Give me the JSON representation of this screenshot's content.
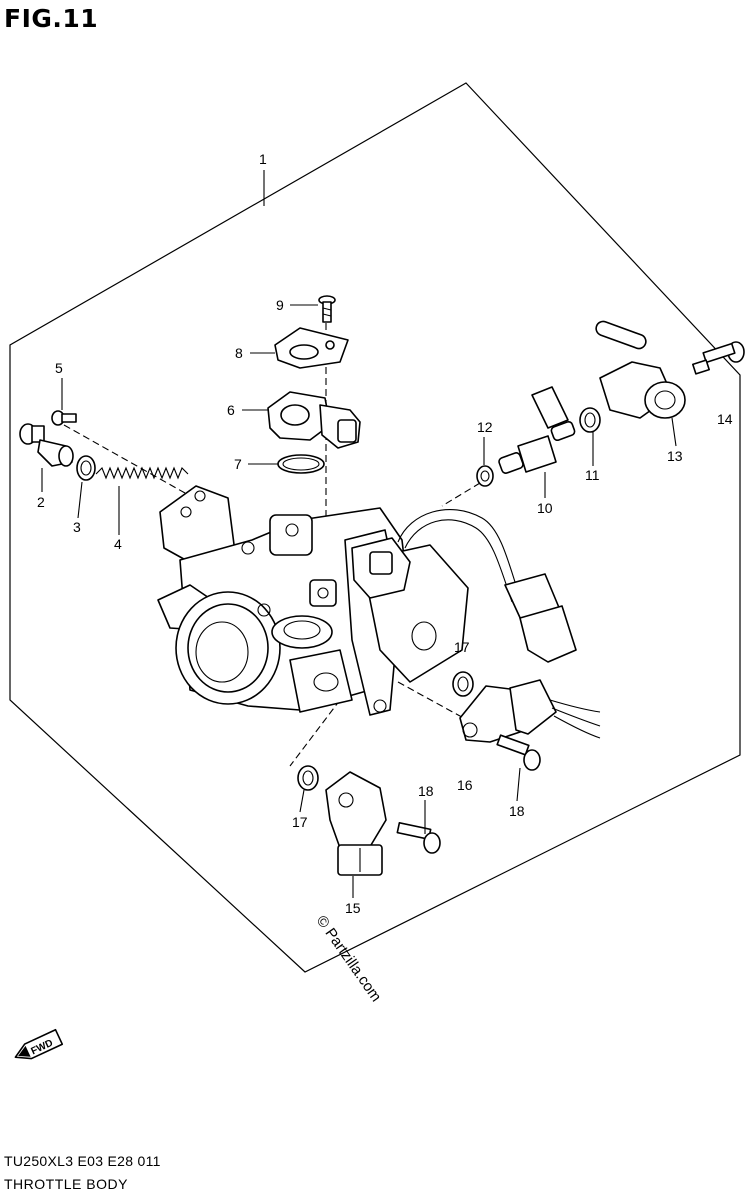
{
  "figure": {
    "title": "FIG.11",
    "code": "TU250XL3  E03  E28  011",
    "name": "THROTTLE BODY"
  },
  "callouts": {
    "c1": "1",
    "c2": "2",
    "c3": "3",
    "c4": "4",
    "c5": "5",
    "c6": "6",
    "c7": "7",
    "c8": "8",
    "c9": "9",
    "c10": "10",
    "c11": "11",
    "c12": "12",
    "c13": "13",
    "c14": "14",
    "c15": "15",
    "c16": "16",
    "c17a": "17",
    "c17b": "17",
    "c18a": "18",
    "c18b": "18"
  },
  "watermark": "© Partzilla.com",
  "direction_badge": "FWD"
}
